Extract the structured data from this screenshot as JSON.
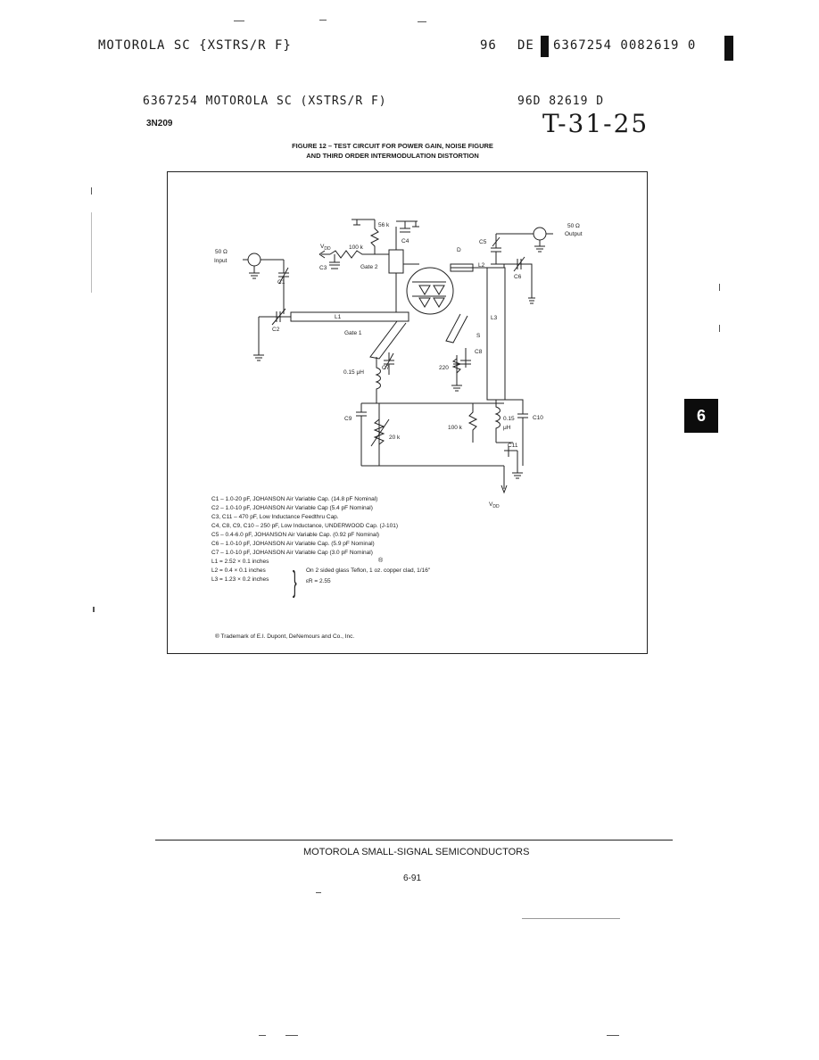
{
  "top_header": {
    "left": "MOTOROLA SC {XSTRS/R F}",
    "code_96": "96",
    "code_de": "DE",
    "right": "6367254 0082619 0"
  },
  "second_header": {
    "left": "6367254 MOTOROLA SC (XSTRS/R F)",
    "right": "96D 82619     D"
  },
  "part_number": "3N209",
  "handwritten": "T-31-25",
  "figure": {
    "title_line1": "FIGURE 12 – TEST CIRCUIT FOR POWER GAIN, NOISE FIGURE",
    "title_line2": "AND THIRD ORDER INTERMODULATION DISTORTION"
  },
  "circuit_labels": {
    "input_ohm": "50 Ω",
    "input": "Input",
    "output_ohm": "50 Ω",
    "output": "Output",
    "vdd_left": "V",
    "vdd_left_sub": "DD",
    "r100k_top": "100 k",
    "r56k": "56 k",
    "c3": "C3",
    "c4": "C4",
    "gate2": "Gate 2",
    "c1": "C1",
    "c2": "C2",
    "l1": "L1",
    "gate1": "Gate 1",
    "d": "D",
    "l2": "L2",
    "c5": "C5",
    "c6": "C6",
    "l3": "L3",
    "s": "S",
    "c8": "C8",
    "r220": "220",
    "c7": "C7",
    "l_015_left": "0.15 μH",
    "c9": "C9",
    "r20k": "20 k",
    "r100k_bottom": "100 k",
    "l_015_right": "0.15",
    "l_015_right_unit": "μH",
    "c10": "C10",
    "c11": "C11",
    "vdd_bottom": "V",
    "vdd_bottom_sub": "DD"
  },
  "notes": [
    "C1 – 1.0-20 pF, JOHANSON Air Variable Cap. (14.8 pF Nominal)",
    "C2 – 1.0-10 pF, JOHANSON Air Variable Cap (5.4 pF Nominal)",
    "C3, C11 – 470 pF, Low Inductance Feedthru Cap.",
    "C4, C8, C9, C10 – 250 pF, Low Inductance, UNDERWOOD Cap. (J-101)",
    "C5 – 0.4-6.0 pF, JOHANSON Air Variable Cap. (0.92 pF Nominal)",
    "C6 – 1.0-10 pF, JOHANSON Air Variable Cap. (5.9 pF Nominal)",
    "C7 – 1.0-10 pF, JOHANSON Air Variable Cap (3.0 pF Nominal)"
  ],
  "inductors": [
    "L1 = 2.52 × 0.1 inches",
    "L2 = 0.4 × 0.1 inches",
    "L3 = 1.23 × 0.2 inches"
  ],
  "board_note_line1": "On 2 sided glass Teflon, 1 oz. copper clad, 1/16\"",
  "board_note_line2": "εR = 2.55",
  "trademark_mark": "®",
  "trademark": "® Trademark of E.I. Dupont, DeNemours and Co., Inc.",
  "footer": {
    "company": "MOTOROLA SMALL-SIGNAL SEMICONDUCTORS",
    "page": "6-91"
  },
  "side_tab": "6"
}
